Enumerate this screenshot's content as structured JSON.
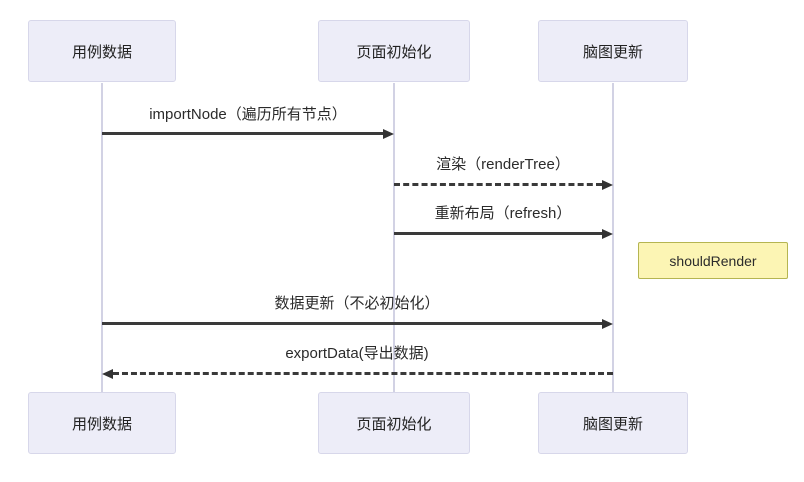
{
  "diagram": {
    "type": "sequence-diagram",
    "participants": [
      {
        "label": "用例数据"
      },
      {
        "label": "页面初始化"
      },
      {
        "label": "脑图更新"
      }
    ],
    "messages": [
      {
        "label": "importNode（遍历所有节点）",
        "from": "用例数据",
        "to": "页面初始化",
        "line": "solid",
        "direction": "right"
      },
      {
        "label": "渲染（renderTree）",
        "from": "页面初始化",
        "to": "脑图更新",
        "line": "dashed",
        "direction": "right"
      },
      {
        "label": "重新布局（refresh）",
        "from": "页面初始化",
        "to": "脑图更新",
        "line": "solid",
        "direction": "right"
      },
      {
        "label": "数据更新（不必初始化）",
        "from": "用例数据",
        "to": "脑图更新",
        "line": "solid",
        "direction": "right"
      },
      {
        "label": "exportData(导出数据)",
        "from": "脑图更新",
        "to": "用例数据",
        "line": "dashed",
        "direction": "left"
      }
    ],
    "note": {
      "label": "shouldRender"
    },
    "colors": {
      "actor_fill": "#ededf8",
      "actor_border": "#d7d7ea",
      "note_fill": "#fcf5b4",
      "note_border": "#b5b551",
      "arrow": "#3a3a3a",
      "lifeline": "#d2d2e4",
      "text": "#2b2b2b",
      "background": "#ffffff"
    }
  }
}
